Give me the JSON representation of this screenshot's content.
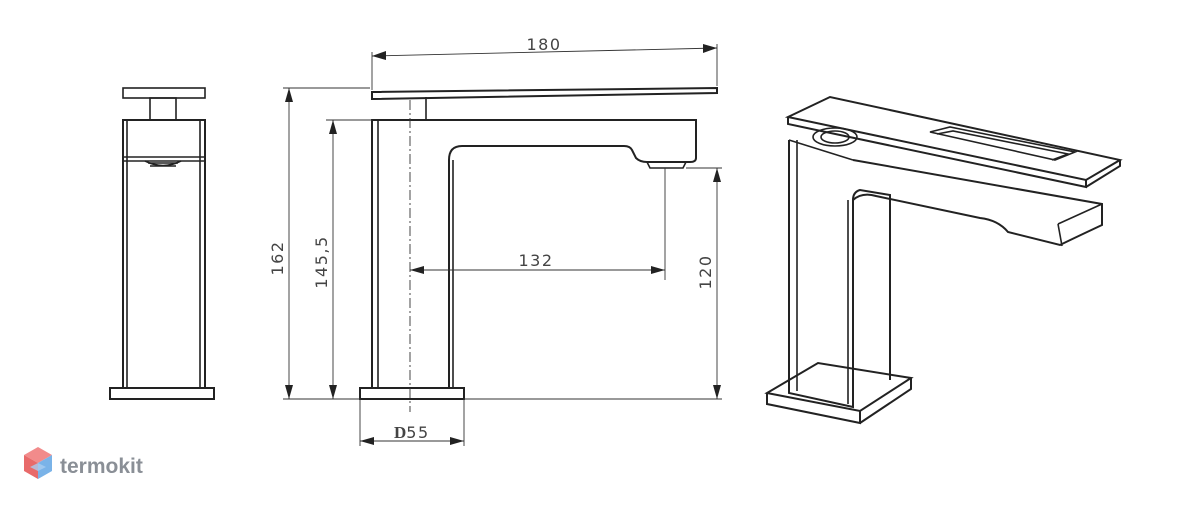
{
  "dimensions": {
    "width_total": "180",
    "height_total": "162",
    "height_body": "145,5",
    "spout_reach": "132",
    "spout_height": "120",
    "base_d_prefix": "D",
    "base_d_value": "55"
  },
  "brand": {
    "name": "termokit",
    "logo_icon": "cube-icon"
  },
  "colors": {
    "line": "#222222",
    "brand_gray": "#8a8f96",
    "logo_blue": "#7ab3e8",
    "logo_red": "#e86a6a"
  }
}
